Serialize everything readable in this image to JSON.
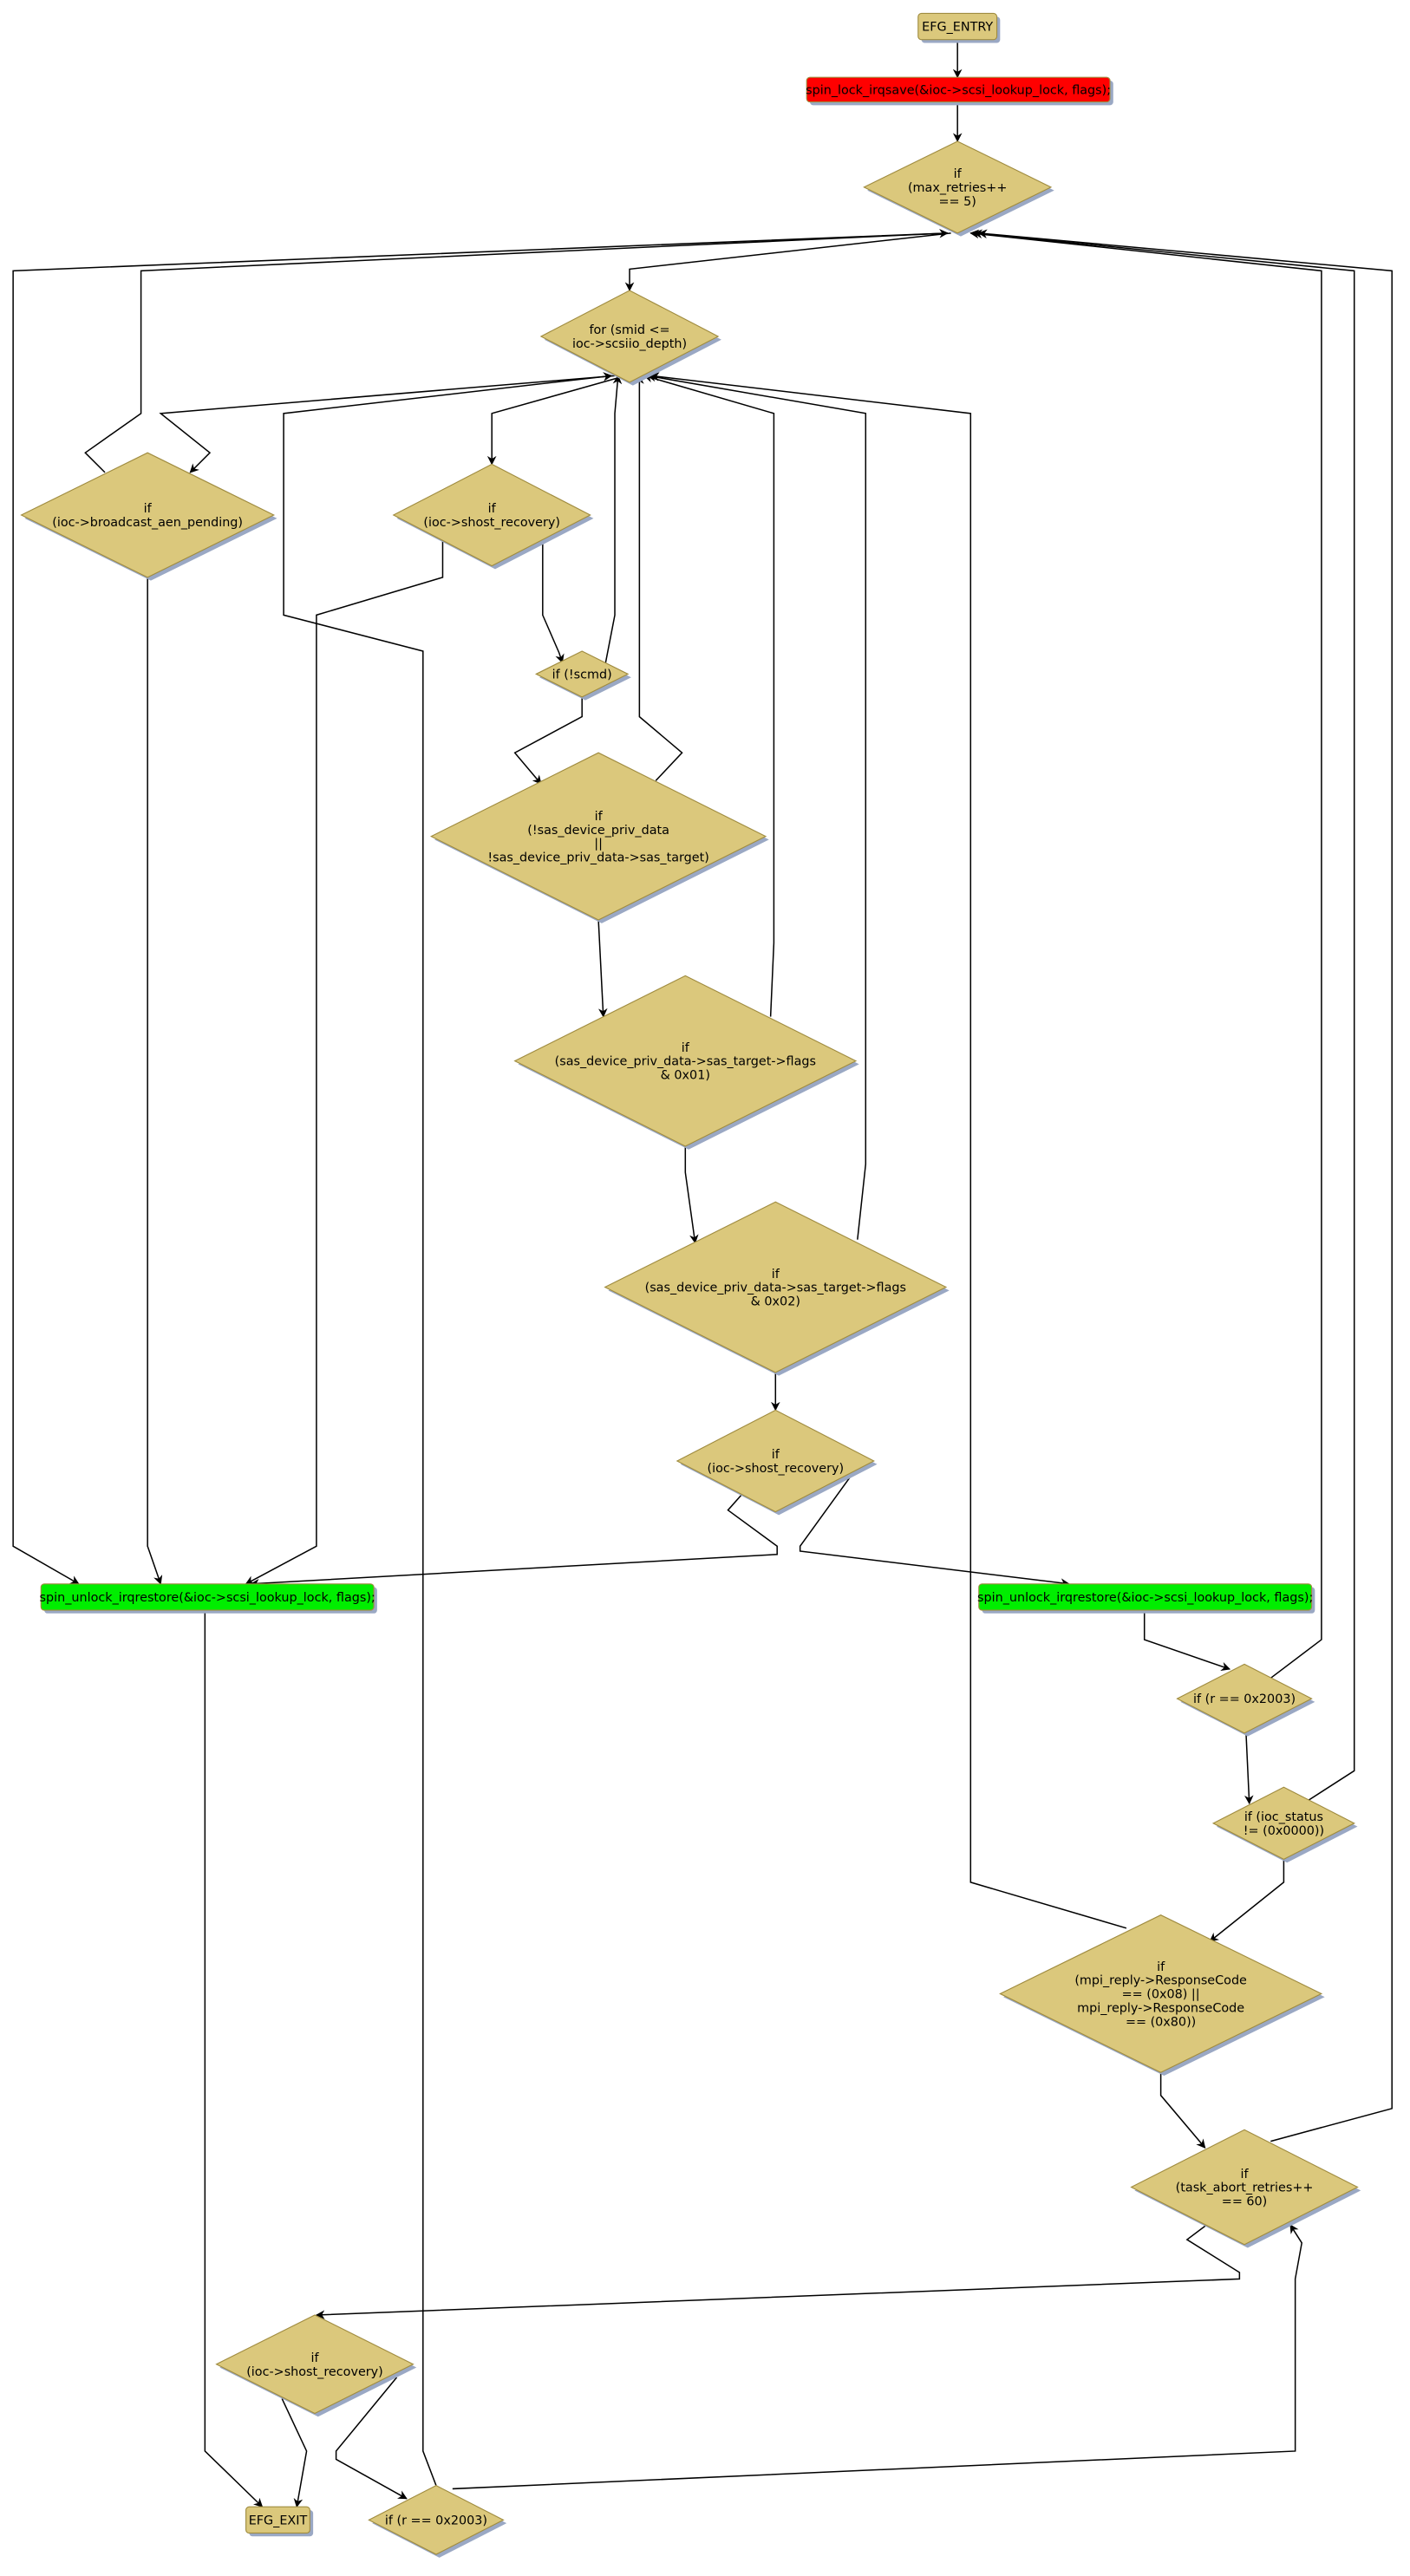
{
  "colors": {
    "node_fill": "#dbc87c",
    "node_stroke": "#a08c40",
    "lock_fill": "#ff0000",
    "unlock_fill": "#00ee00",
    "shadow": "#9aa8c4",
    "edge": "#000000"
  },
  "nodes": {
    "entry": [
      "EFG_ENTRY"
    ],
    "spin_lock": [
      "spin_lock_irqsave(&ioc->scsi_lookup_lock, flags);"
    ],
    "max_retries": [
      "if",
      "(max_retries++",
      "== 5)"
    ],
    "for_smid": [
      "for (smid <=",
      "ioc->scsiio_depth)"
    ],
    "broadcast": [
      "if",
      "(ioc->broadcast_aen_pending)"
    ],
    "shost_recovery_1": [
      "if",
      "(ioc->shost_recovery)"
    ],
    "scmd": [
      "if (!scmd)"
    ],
    "sas_priv": [
      "if",
      "(!sas_device_priv_data",
      "||",
      "!sas_device_priv_data->sas_target)"
    ],
    "flags_01": [
      "if",
      "(sas_device_priv_data->sas_target->flags",
      "& 0x01)"
    ],
    "flags_02": [
      "if",
      "(sas_device_priv_data->sas_target->flags",
      "& 0x02)"
    ],
    "shost_recovery_2": [
      "if",
      "(ioc->shost_recovery)"
    ],
    "unlock_left": [
      "spin_unlock_irqrestore(&ioc->scsi_lookup_lock, flags);"
    ],
    "unlock_right": [
      "spin_unlock_irqrestore(&ioc->scsi_lookup_lock, flags);"
    ],
    "r_2003_a": [
      "if (r == 0x2003)"
    ],
    "ioc_status": [
      "if (ioc_status",
      "!= (0x0000))"
    ],
    "response_code": [
      "if",
      "(mpi_reply->ResponseCode",
      "== (0x08) ||",
      "mpi_reply->ResponseCode",
      "== (0x80))"
    ],
    "task_abort": [
      "if",
      "(task_abort_retries++",
      "== 60)"
    ],
    "shost_recovery_3": [
      "if",
      "(ioc->shost_recovery)"
    ],
    "exit": [
      "EFG_EXIT"
    ],
    "r_2003_b": [
      "if (r == 0x2003)"
    ]
  }
}
